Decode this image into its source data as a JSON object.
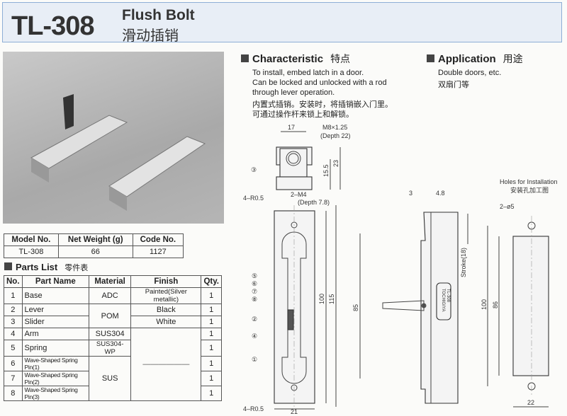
{
  "header": {
    "model": "TL-308",
    "name_en": "Flush Bolt",
    "name_cn": "滑动插销"
  },
  "spec_table": {
    "headers": [
      "Model No.",
      "Net Weight (g)",
      "Code No."
    ],
    "row": [
      "TL-308",
      "66",
      "1127"
    ]
  },
  "parts_list": {
    "title": "Parts List",
    "title_cn": "零件表",
    "headers": [
      "No.",
      "Part Name",
      "Material",
      "Finish",
      "Qty."
    ],
    "rows": [
      {
        "no": "1",
        "name": "Base",
        "material": "ADC",
        "finish": "Painted(Silver metallic)",
        "qty": "1"
      },
      {
        "no": "2",
        "name": "Lever",
        "material": "POM",
        "finish": "Black",
        "qty": "1"
      },
      {
        "no": "3",
        "name": "Slider",
        "material": "",
        "finish": "White",
        "qty": "1"
      },
      {
        "no": "4",
        "name": "Arm",
        "material": "SUS304",
        "finish": "——————",
        "qty": "1"
      },
      {
        "no": "5",
        "name": "Spring",
        "material": "SUS304-WP",
        "finish": "",
        "qty": "1"
      },
      {
        "no": "6",
        "name": "Wave-Shaped Spring Pin(1)",
        "material": "SUS",
        "finish": "",
        "qty": "1"
      },
      {
        "no": "7",
        "name": "Wave-Shaped Spring Pin(2)",
        "material": "",
        "finish": "",
        "qty": "1"
      },
      {
        "no": "8",
        "name": "Wave-Shaped Spring Pin(3)",
        "material": "",
        "finish": "",
        "qty": "1"
      }
    ]
  },
  "characteristic": {
    "title": "Characteristic",
    "title_cn": "特点",
    "lines": [
      "To install, embed latch in a door.",
      "Can be locked and unlocked with a rod",
      "through lever operation."
    ],
    "cn_lines": [
      "内置式插销。安装时，将插销嵌入门里。",
      "可通过操作杆来锁上和解锁。"
    ]
  },
  "application": {
    "title": "Application",
    "title_cn": "用途",
    "text": "Double doors, etc.",
    "text_cn": "双扇门等"
  },
  "drawing": {
    "d17": "17",
    "thread": "M8×1.25",
    "depth22": "(Depth 22)",
    "d15_5": "15.5",
    "d23": "23",
    "r05": "4–R0.5",
    "m4": "2–M4",
    "depth78": "(Depth 7.8)",
    "d100": "100",
    "d115": "115",
    "d85": "85",
    "d3": "3",
    "d48": "4.8",
    "stroke": "Stroke(18)",
    "brand": "TOCHIGIYA",
    "brand_model": "TL-308",
    "d21": "21",
    "holes_title": "Holes for Installation",
    "holes_title_cn": "安装孔加工图",
    "holes": "2–ø5",
    "d86": "86",
    "d22": "22",
    "callouts": [
      "①",
      "②",
      "③",
      "④",
      "⑤",
      "⑥",
      "⑦",
      "⑧"
    ]
  }
}
